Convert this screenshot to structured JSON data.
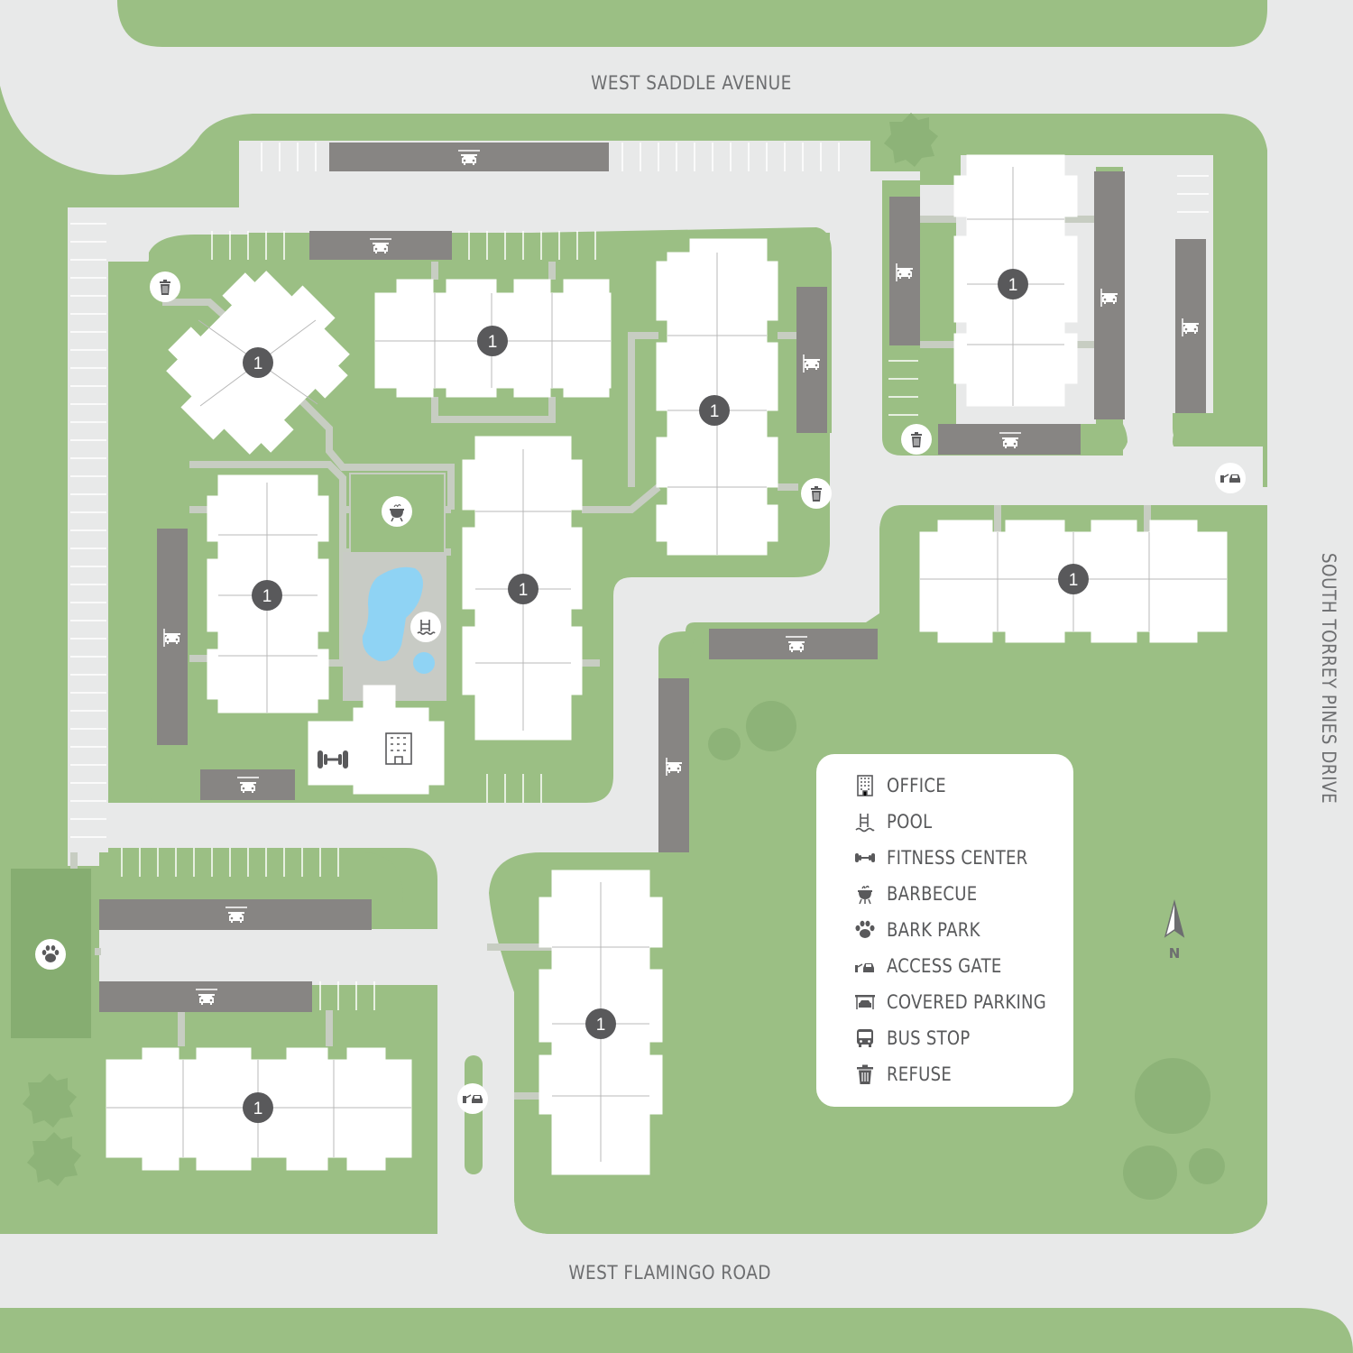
{
  "roads": {
    "north": "WEST SADDLE AVENUE",
    "south": "WEST FLAMINGO ROAD",
    "east": "SOUTH TORREY PINES DRIVE"
  },
  "building_label": "1",
  "compass_label": "N",
  "legend": [
    {
      "icon": "office-icon",
      "label": "OFFICE"
    },
    {
      "icon": "pool-icon",
      "label": "POOL"
    },
    {
      "icon": "fitness-center-icon",
      "label": "FITNESS CENTER"
    },
    {
      "icon": "barbecue-icon",
      "label": "BARBECUE"
    },
    {
      "icon": "bark-park-icon",
      "label": "BARK PARK"
    },
    {
      "icon": "access-gate-icon",
      "label": "ACCESS GATE"
    },
    {
      "icon": "covered-parking-icon",
      "label": "COVERED PARKING"
    },
    {
      "icon": "bus-stop-icon",
      "label": "BUS STOP"
    },
    {
      "icon": "refuse-icon",
      "label": "REFUSE"
    }
  ],
  "colors": {
    "grass": "#9bbf84",
    "road": "#e8e9e9",
    "building": "#ffffff",
    "covered_parking": "#878583",
    "pool": "#8fd3f4",
    "tree": "#8db378",
    "marker": "#59595b"
  }
}
